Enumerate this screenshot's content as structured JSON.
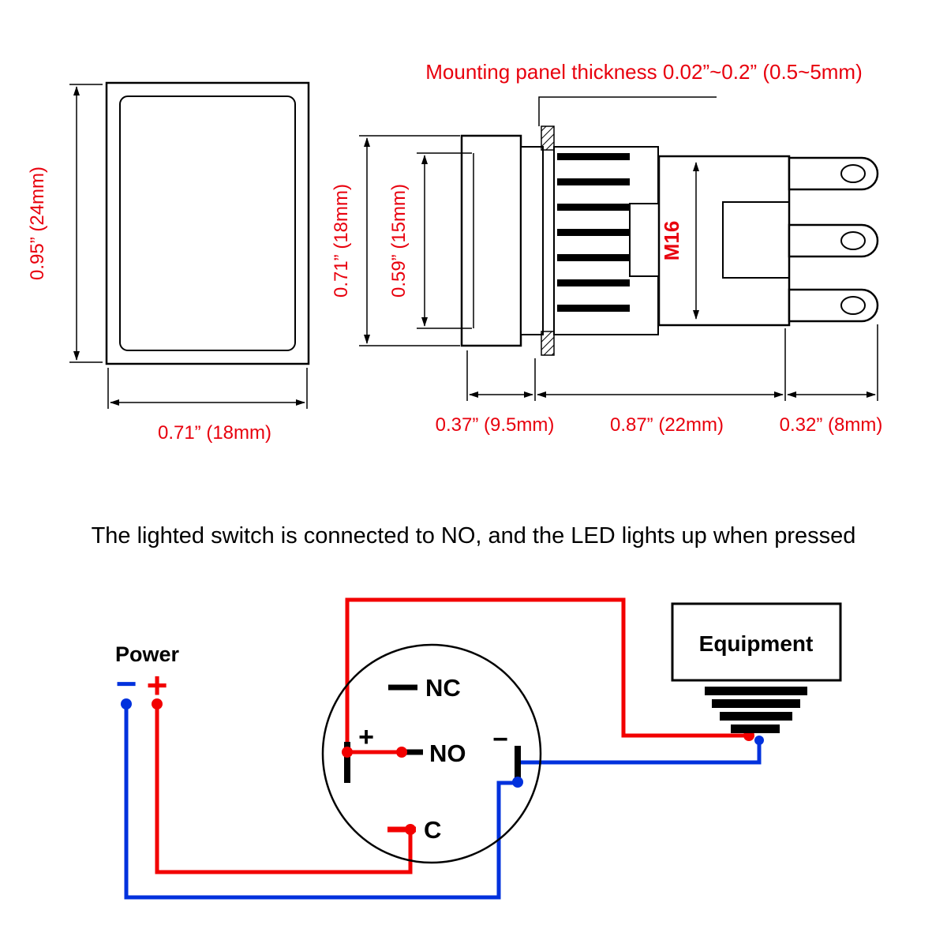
{
  "colors": {
    "red": "#e8000d",
    "wire_red": "#f20000",
    "wire_blue": "#0031dd",
    "black": "#000000"
  },
  "front_view": {
    "height_dim": "0.95” (24mm)",
    "width_dim": "0.71” (18mm)"
  },
  "side_view": {
    "panel_note": "Mounting panel thickness 0.02”~0.2” (0.5~5mm)",
    "outer_height_dim": "0.71” (18mm)",
    "inner_height_dim": "0.59” (15mm)",
    "thread_size": "M16",
    "head_depth_dim": "0.37” (9.5mm)",
    "body_depth_dim": "0.87” (22mm)",
    "terminal_depth_dim": "0.32” (8mm)"
  },
  "caption": "The lighted switch is connected to NO, and the LED lights up when pressed",
  "wiring": {
    "power_label": "Power",
    "power_minus": "−",
    "power_plus": "+",
    "led_plus": "+",
    "led_minus": "−",
    "terminal_nc": "NC",
    "terminal_no": "NO",
    "terminal_c": "C",
    "equipment_label": "Equipment"
  }
}
